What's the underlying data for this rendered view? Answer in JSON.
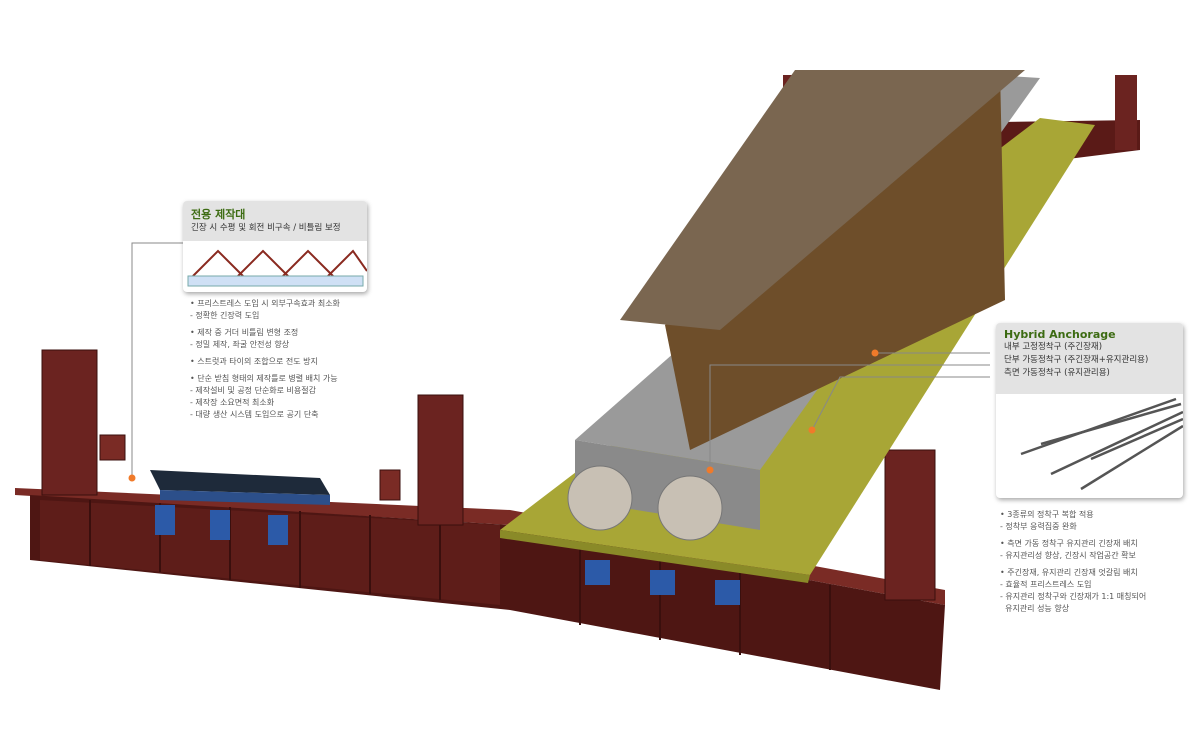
{
  "left_callout": {
    "title": "전용 제작대",
    "subtitle": "긴장 시 수평 및 회전 비구속 / 비틀림 보정",
    "notes": [
      [
        "• 프리스트레스 도입 시 외부구속효과 최소화",
        "- 정확한 긴장력 도입"
      ],
      [
        "• 제작 중 거더 비틀림 변형 조정",
        "- 정밀 제작, 좌굴 안전성 향상"
      ],
      [
        "• 스트럿과 타이의 조합으로 전도 방지"
      ],
      [
        "• 단순 받침 형태의 제작틀로 병렬 배치 가능",
        "- 제작설비 및 공정 단순화로 비용절감",
        "- 제작장 소요면적 최소화",
        "- 대량 생산 시스템 도입으로 공기 단축"
      ]
    ]
  },
  "right_callout": {
    "title": "Hybrid Anchorage",
    "lines": [
      "내부 고정정착구 (주긴장재)",
      "단부 가동정착구 (주긴장재+유지관리용)",
      "측면 가동정착구 (유지관리용)"
    ],
    "notes": [
      [
        "• 3종류의 정착구 복합 적용",
        "- 정착부 응력집중 완화"
      ],
      [
        "• 측면 가동 정착구 유지관리 긴장재 배치",
        "- 유지관리성 향상, 긴장시 작업공간 확보"
      ],
      [
        "• 주긴장재, 유지관리 긴장재 엇갈림 배치",
        "- 효율적 프리스트레스 도입",
        "- 유지관리 정착구와 긴장재가 1:1 매칭되어",
        "  유지관리 성능 향상"
      ]
    ]
  },
  "colors": {
    "steel": "#5a1a17",
    "slab": "#a8a636",
    "concrete": "#9a9a9a",
    "beam": "#6e5a45",
    "marker": "#f07a2a",
    "title_green": "#3c6b12"
  }
}
